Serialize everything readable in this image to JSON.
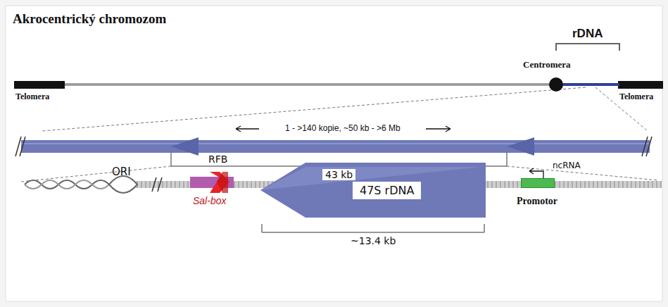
{
  "diagram": {
    "title": "Akrocentrický chromozom",
    "nodes": [
      {
        "text": [
          "47S rDNA"
        ]
      },
      {
        "text": [
          "Promotor"
        ]
      },
      {
        "text": [
          "Sal-box"
        ]
      },
      {
        "text": [
          "RFB"
        ]
      },
      {
        "text": [
          "Centromera"
        ]
      }
    ],
    "labels": [
      "rDNA",
      "Telomera",
      "Telomera",
      "1 - >140 kopie, ~50 kb - >6 Mb",
      "43 kb",
      "ORI",
      "ncRNA",
      "~13.4 kb"
    ]
  }
}
